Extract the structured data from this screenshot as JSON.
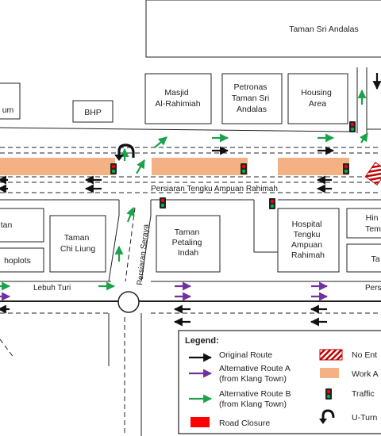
{
  "buildings": [
    {
      "id": "taman-sri-andalas",
      "lines": [
        "Taman Sri Andalas"
      ]
    },
    {
      "id": "um",
      "lines": [
        "um"
      ]
    },
    {
      "id": "bhp",
      "lines": [
        "BHP"
      ]
    },
    {
      "id": "masjid",
      "lines": [
        "Masjid",
        "Al-Rahimiah"
      ]
    },
    {
      "id": "petronas",
      "lines": [
        "Petronas",
        "Taman Sri",
        "Andalas"
      ]
    },
    {
      "id": "housing",
      "lines": [
        "Housing",
        "Area"
      ]
    },
    {
      "id": "tan",
      "lines": [
        "tan"
      ]
    },
    {
      "id": "shoplots",
      "lines": [
        "hoplots"
      ]
    },
    {
      "id": "chi-liung",
      "lines": [
        "Taman",
        "Chi Liung"
      ]
    },
    {
      "id": "petaling-indah",
      "lines": [
        "Taman",
        "Petaling",
        "Indah"
      ]
    },
    {
      "id": "hospital",
      "lines": [
        "Hospital",
        "Tengku",
        "Ampuan",
        "Rahimah"
      ]
    },
    {
      "id": "hindu-temple",
      "lines": [
        "Hin",
        "Tem"
      ]
    },
    {
      "id": "ta",
      "lines": [
        "Ta"
      ]
    }
  ],
  "roads": {
    "main": "Persiaran Tengku Ampuan Rahimah",
    "lebuh_turi": "Lebuh Turi",
    "seraya": "Persiaran Seraya",
    "right_partial": "Pers"
  },
  "legend": {
    "title": "Legend:",
    "items": [
      {
        "label": "Original Route",
        "color": "#111111"
      },
      {
        "label": "Alternative Route A",
        "sub": "(from Klang Town)",
        "color": "#7030a0"
      },
      {
        "label": "Alternative Route B",
        "sub": "(from Klang Town)",
        "color": "#1aa34a"
      },
      {
        "label": "Road Closure",
        "color": "#ff0000"
      },
      {
        "label": "No Ent",
        "color": "#c00000"
      },
      {
        "label": "Work A",
        "color": "#f4b183"
      },
      {
        "label": "Traffic",
        "color": "#222222"
      },
      {
        "label": "U-Turn",
        "color": "#111111"
      }
    ]
  },
  "colors": {
    "original": "#111111",
    "route_a": "#7030a0",
    "route_b": "#1aa34a",
    "work_area": "#f4b183",
    "closure": "#ff0000",
    "no_entry": "#c00000"
  }
}
